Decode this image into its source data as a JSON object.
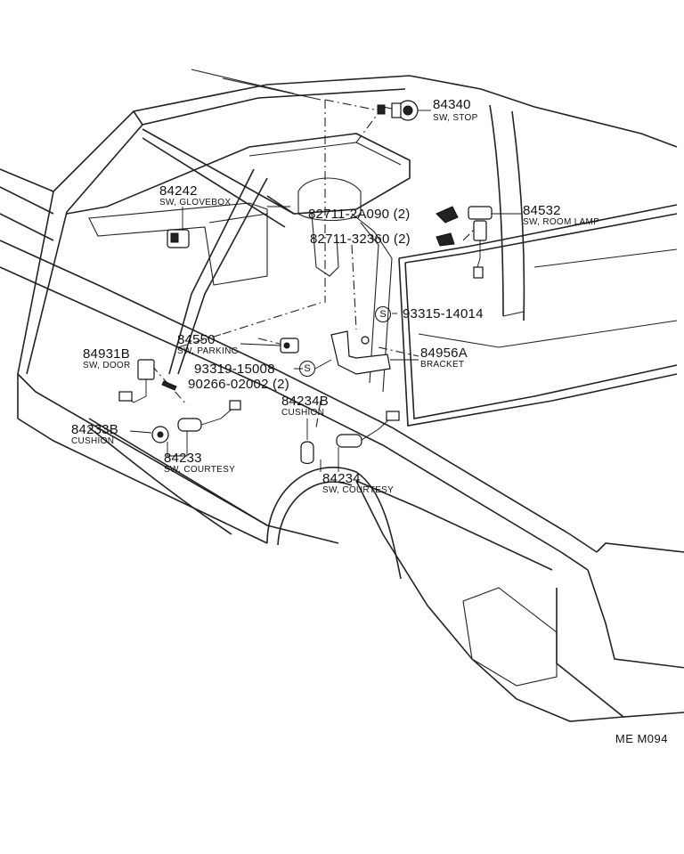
{
  "parts": {
    "p84340": {
      "number": "84340",
      "desc": "SW, STOP"
    },
    "p84242": {
      "number": "84242",
      "desc": "SW, GLOVEBOX"
    },
    "p82711a": {
      "number": "82711-2A090 (2)"
    },
    "p82711b": {
      "number": "82711-32360 (2)"
    },
    "p84532": {
      "number": "84532",
      "desc": "SW, ROOM LAMP"
    },
    "p93315": {
      "number": "93315-14014"
    },
    "p84550": {
      "number": "84550",
      "desc": "SW, PARKING"
    },
    "p84931": {
      "number": "84931B",
      "desc": "SW, DOOR"
    },
    "p93319": {
      "number": "93319-15008"
    },
    "p84956": {
      "number": "84956A",
      "desc": "BRACKET"
    },
    "p90266": {
      "number": "90266-02002 (2)"
    },
    "p84234b": {
      "number": "84234B",
      "desc": "CUSHION"
    },
    "p84233b": {
      "number": "84233B",
      "desc": "CUSHION"
    },
    "p84233": {
      "number": "84233",
      "desc": "SW, COURTESY"
    },
    "p84234": {
      "number": "84234",
      "desc": "SW, COURTESY"
    }
  },
  "markers": {
    "s_symbol": "S"
  },
  "diagram_code": "ME M094"
}
